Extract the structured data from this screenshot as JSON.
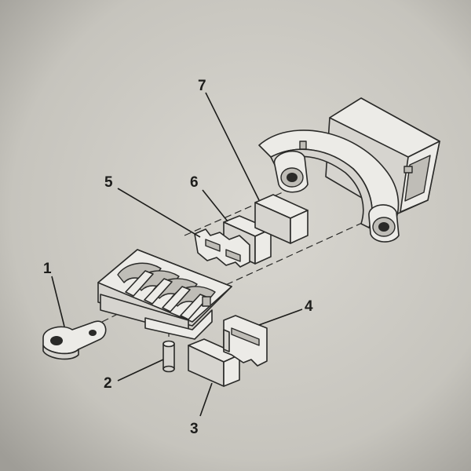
{
  "diagram": {
    "callouts": [
      {
        "id": "1",
        "label": "1"
      },
      {
        "id": "2",
        "label": "2"
      },
      {
        "id": "3",
        "label": "3"
      },
      {
        "id": "4",
        "label": "4"
      },
      {
        "id": "5",
        "label": "5"
      },
      {
        "id": "6",
        "label": "6"
      },
      {
        "id": "7",
        "label": "7"
      }
    ]
  },
  "colors": {
    "paper": "#c9c7c0",
    "line": "#2a2a28",
    "part_fill": "#ecebe7"
  }
}
